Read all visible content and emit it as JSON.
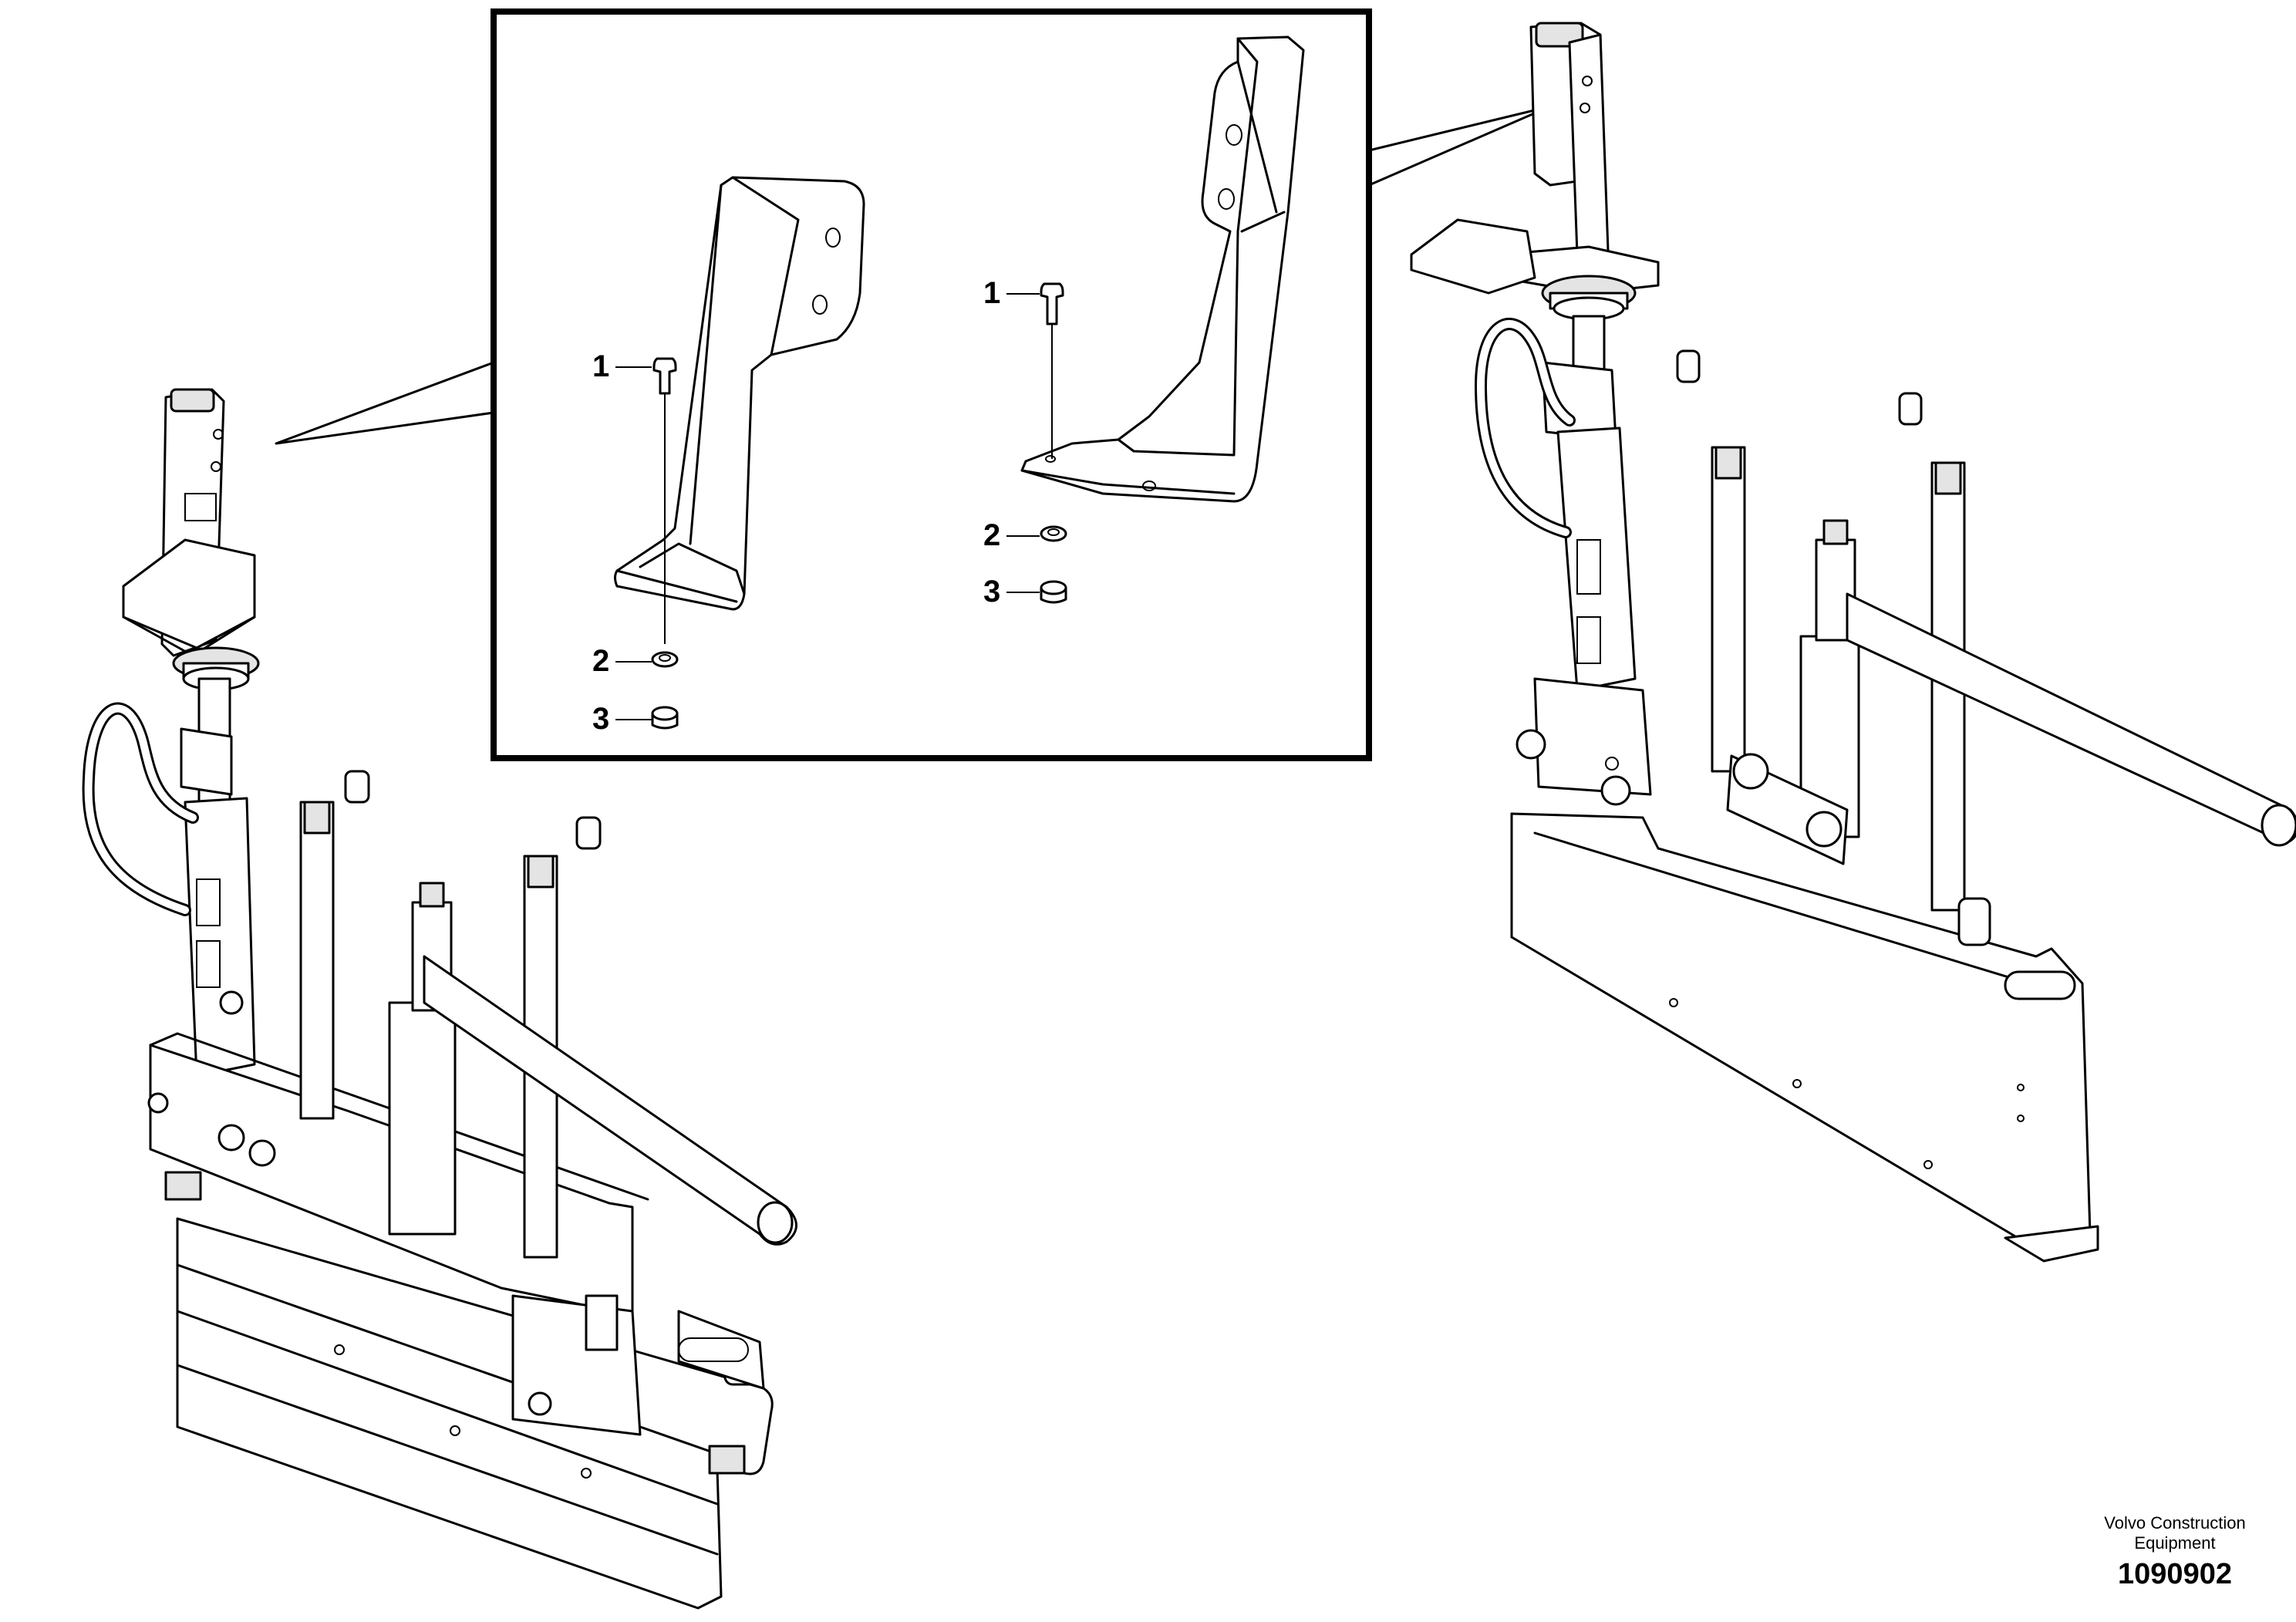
{
  "callouts": [
    {
      "id": "1",
      "label": "1"
    },
    {
      "id": "2",
      "label": "2"
    },
    {
      "id": "3",
      "label": "3"
    }
  ],
  "credit": {
    "company_line1": "Volvo Construction",
    "company_line2": "Equipment",
    "doc_number": "1090902"
  }
}
